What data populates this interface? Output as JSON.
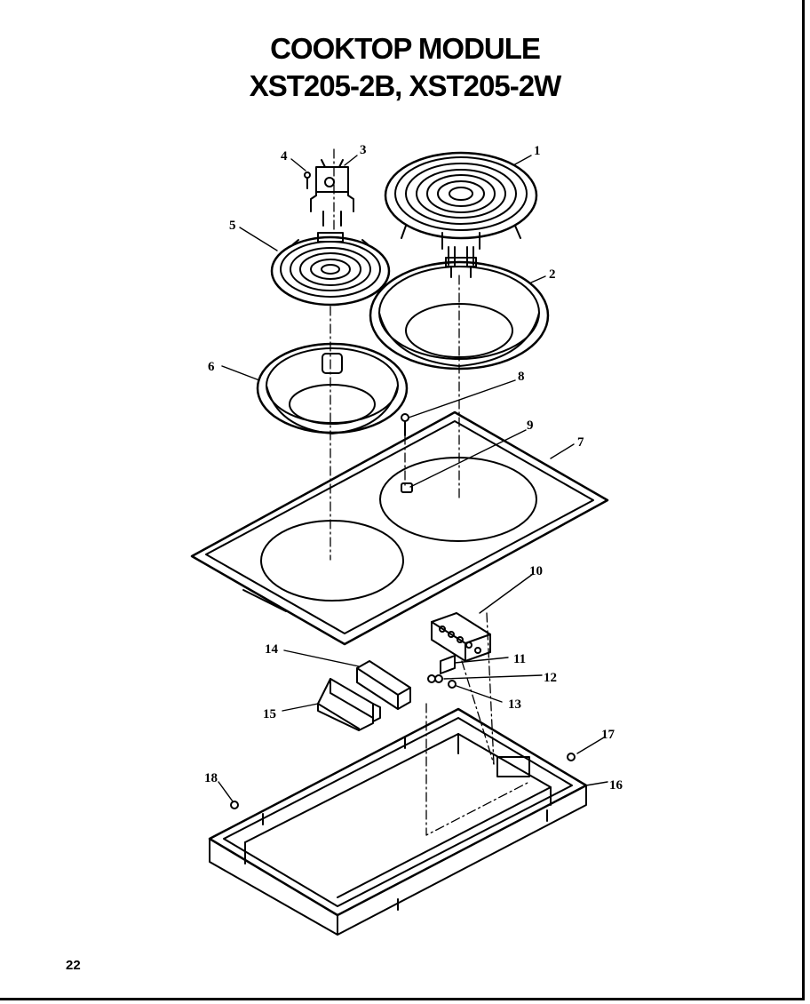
{
  "title": {
    "line1": "COOKTOP MODULE",
    "line2": "XST205-2B, XST205-2W"
  },
  "page_number": "22",
  "callouts": [
    "1",
    "2",
    "3",
    "4",
    "5",
    "6",
    "7",
    "8",
    "9",
    "10",
    "11",
    "12",
    "13",
    "14",
    "15",
    "16",
    "17",
    "18"
  ]
}
